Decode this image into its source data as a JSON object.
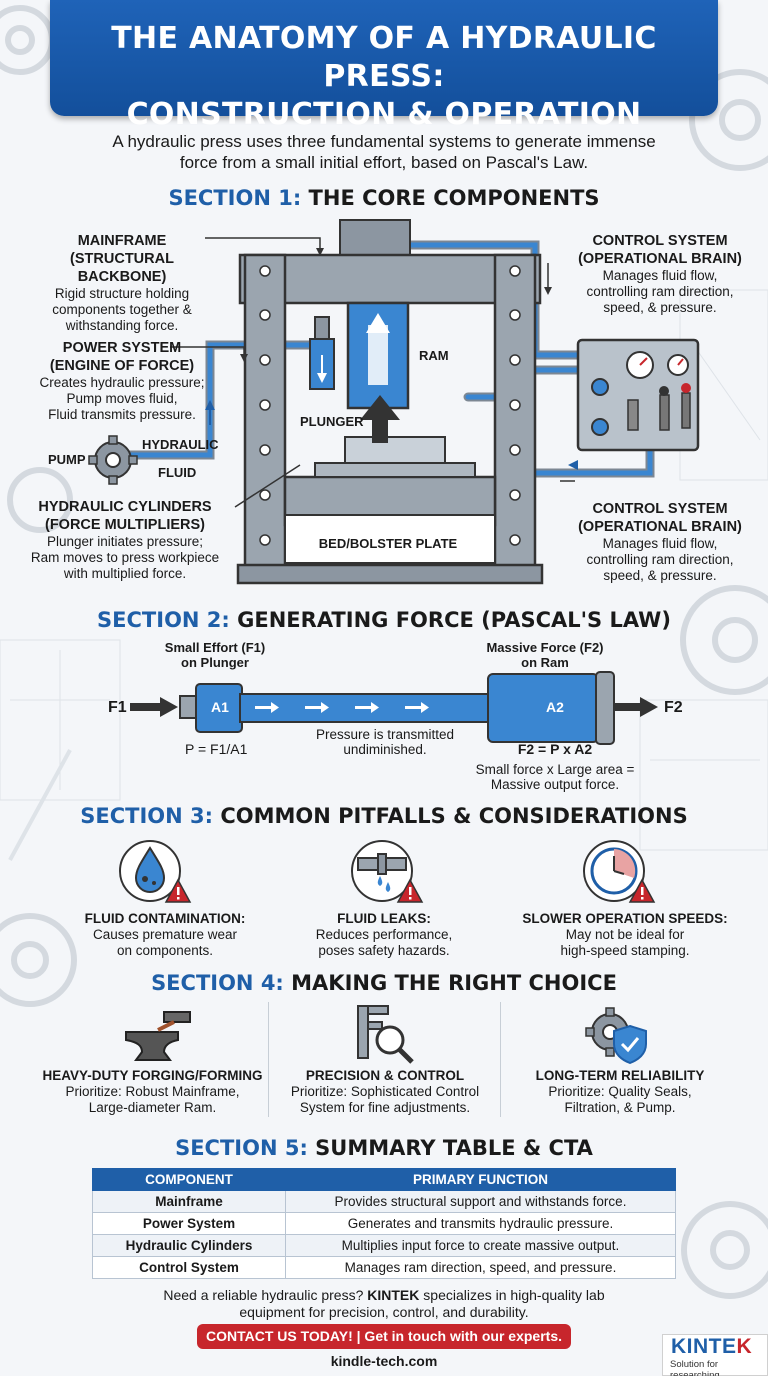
{
  "header": {
    "title_line1": "THE ANATOMY OF A HYDRAULIC PRESS:",
    "title_line2": "CONSTRUCTION & OPERATION"
  },
  "intro": {
    "line1": "A hydraulic press uses three fundamental systems to generate immense",
    "line2": "force from a small initial effort, based on Pascal's Law."
  },
  "section1": {
    "num": "SECTION 1:",
    "title": "THE CORE COMPONENTS",
    "mainframe": {
      "title1": "MAINFRAME",
      "title2": "(STRUCTURAL BACKBONE)",
      "text1": "Rigid structure holding",
      "text2": "components together &",
      "text3": "withstanding force."
    },
    "power": {
      "title1": "POWER SYSTEM",
      "title2": "(ENGINE OF FORCE)",
      "text1": "Creates hydraulic pressure;",
      "text2": "Pump moves fluid,",
      "text3": "Fluid transmits pressure."
    },
    "cylinders": {
      "title1": "HYDRAULIC CYLINDERS",
      "title2": "(FORCE MULTIPLIERS)",
      "text1": "Plunger initiates pressure;",
      "text2": "Ram moves to press workpiece",
      "text3": "with multiplied force."
    },
    "control_top": {
      "title1": "CONTROL SYSTEM",
      "title2": "(OPERATIONAL BRAIN)",
      "text1": "Manages fluid flow,",
      "text2": "controlling ram direction,",
      "text3": "speed, & pressure."
    },
    "control_bottom": {
      "title1": "CONTROL SYSTEM",
      "title2": "(OPERATIONAL BRAIN)",
      "text1": "Manages fluid flow,",
      "text2": "controlling ram direction,",
      "text3": "speed, & pressure."
    },
    "labels": {
      "ram": "RAM",
      "plunger": "PLUNGER",
      "pump": "PUMP",
      "hydraulic": "HYDRAULIC",
      "fluid": "FLUID",
      "bed": "BED/BOLSTER PLATE"
    }
  },
  "section2": {
    "num": "SECTION 2:",
    "title": "GENERATING FORCE (PASCAL'S LAW)",
    "small_effort1": "Small Effort (F1)",
    "small_effort2": "on Plunger",
    "massive_force1": "Massive Force (F2)",
    "massive_force2": "on Ram",
    "f1": "F1",
    "f2": "F2",
    "a1": "A1",
    "a2": "A2",
    "pressure1": "Pressure is transmitted",
    "pressure2": "undiminished.",
    "p_formula": "P = F1/A1",
    "f2_formula": "F2 = P x A2",
    "summary1": "Small force x Large area =",
    "summary2": "Massive output force."
  },
  "section3": {
    "num": "SECTION 3:",
    "title": "COMMON PITFALLS & CONSIDERATIONS",
    "items": [
      {
        "title": "FLUID CONTAMINATION:",
        "text1": "Causes premature wear",
        "text2": "on components."
      },
      {
        "title": "FLUID LEAKS:",
        "text1": "Reduces performance,",
        "text2": "poses safety hazards."
      },
      {
        "title": "SLOWER OPERATION SPEEDS:",
        "text1": "May not be ideal for",
        "text2": "high-speed stamping."
      }
    ]
  },
  "section4": {
    "num": "SECTION 4:",
    "title": "MAKING THE RIGHT CHOICE",
    "items": [
      {
        "title": "HEAVY-DUTY FORGING/FORMING",
        "text1": "Prioritize: Robust Mainframe,",
        "text2": "Large-diameter Ram."
      },
      {
        "title": "PRECISION & CONTROL",
        "text1": "Prioritize: Sophisticated Control",
        "text2": "System for fine adjustments."
      },
      {
        "title": "LONG-TERM RELIABILITY",
        "text1": "Prioritize: Quality Seals,",
        "text2": "Filtration, & Pump."
      }
    ]
  },
  "section5": {
    "num": "SECTION 5:",
    "title": "SUMMARY TABLE & CTA",
    "headers": [
      "COMPONENT",
      "PRIMARY FUNCTION"
    ],
    "rows": [
      {
        "component": "Mainframe",
        "function": "Provides structural support and withstands force."
      },
      {
        "component": "Power System",
        "function": "Generates and transmits hydraulic pressure."
      },
      {
        "component": "Hydraulic Cylinders",
        "function": "Multiplies input force to create massive output."
      },
      {
        "component": "Control System",
        "function": "Manages ram direction, speed, and pressure."
      }
    ]
  },
  "cta": {
    "line1_pre": "Need a reliable hydraulic press?",
    "brand": "KINTEK",
    "line1_post": "specializes in high-quality lab",
    "line2": "equipment for precision, control, and durability.",
    "button": "CONTACT US TODAY! | Get in touch with our experts.",
    "website": "kindle-tech.com"
  },
  "logo": {
    "name_a": "KINTE",
    "name_b": "K",
    "tagline": "Solution for researching"
  }
}
